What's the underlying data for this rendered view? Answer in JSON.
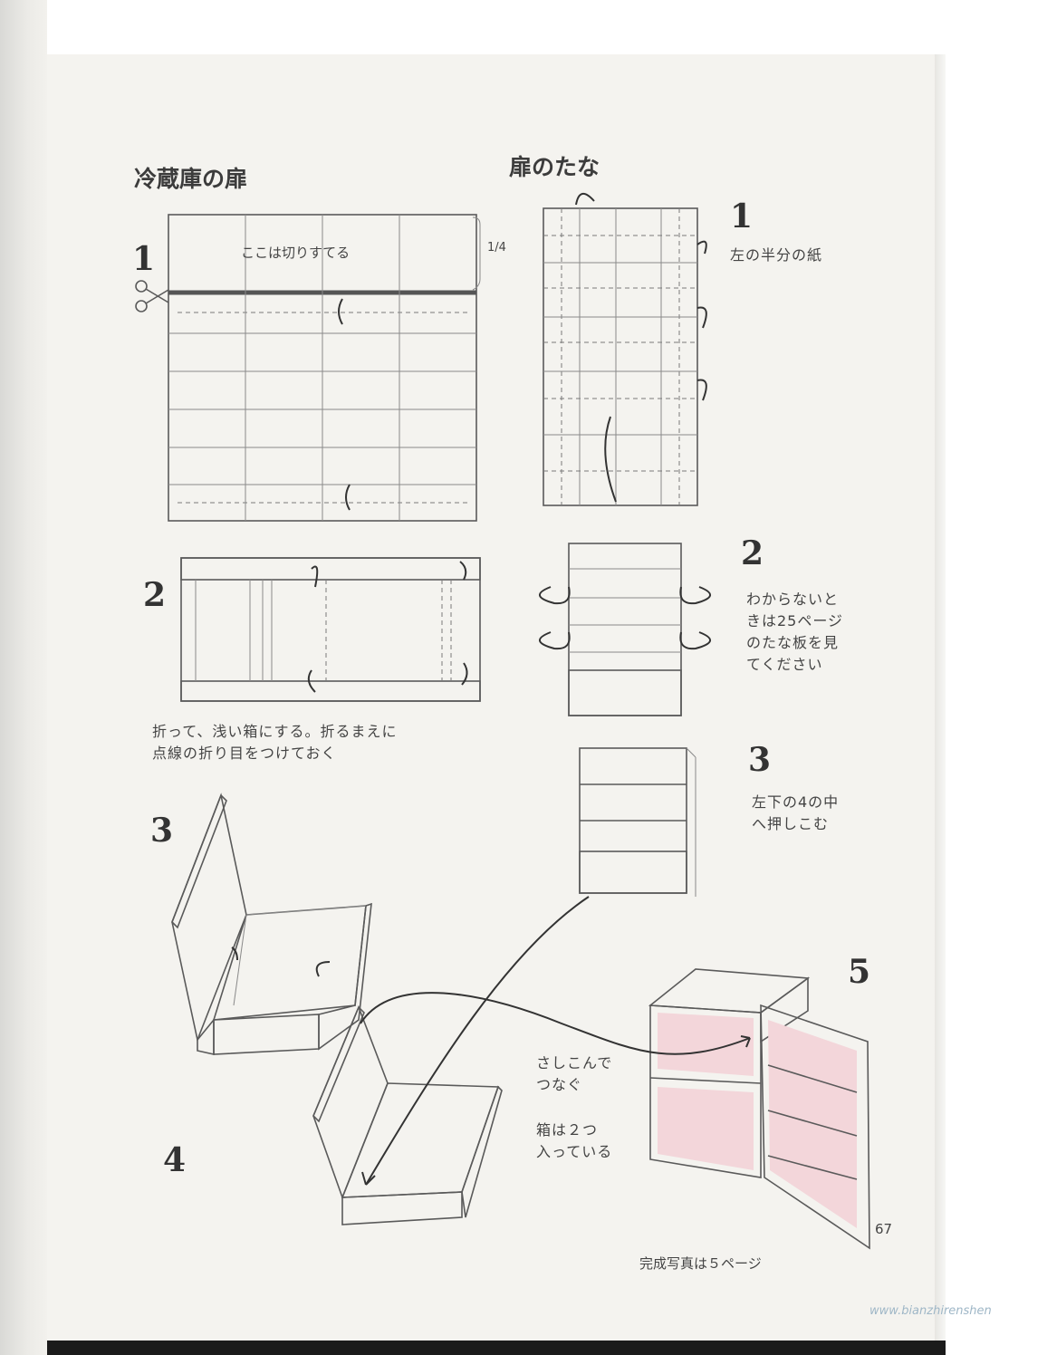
{
  "sections": {
    "door_title": "冷蔵庫の扉",
    "shelf_title": "扉のたな"
  },
  "door_steps": {
    "step1_num": "1",
    "step1_cut_label": "ここは切りすてる",
    "step1_fraction": "1/4",
    "step2_num": "2",
    "step2_note": "折って、浅い箱にする。折るまえに\n点線の折り目をつけておく",
    "step3_num": "3",
    "step4_num": "4"
  },
  "shelf_steps": {
    "step1_num": "1",
    "step1_note": "左の半分の紙",
    "step2_num": "2",
    "step2_note": "わからないと\nきは25ページ\nのたな板を見\nてください",
    "step3_num": "3",
    "step3_note": "左下の4の中\nへ押しこむ"
  },
  "final": {
    "step5_num": "5",
    "insert_note": "さしこんで\nつなぐ",
    "shelves_note": "箱は２つ\n入っている",
    "photo_note": "完成写真は５ページ"
  },
  "page_number": "67",
  "watermark": "www.bianzhirenshen",
  "colors": {
    "pink": "#f3d6da",
    "page": "#f4f3ef"
  }
}
